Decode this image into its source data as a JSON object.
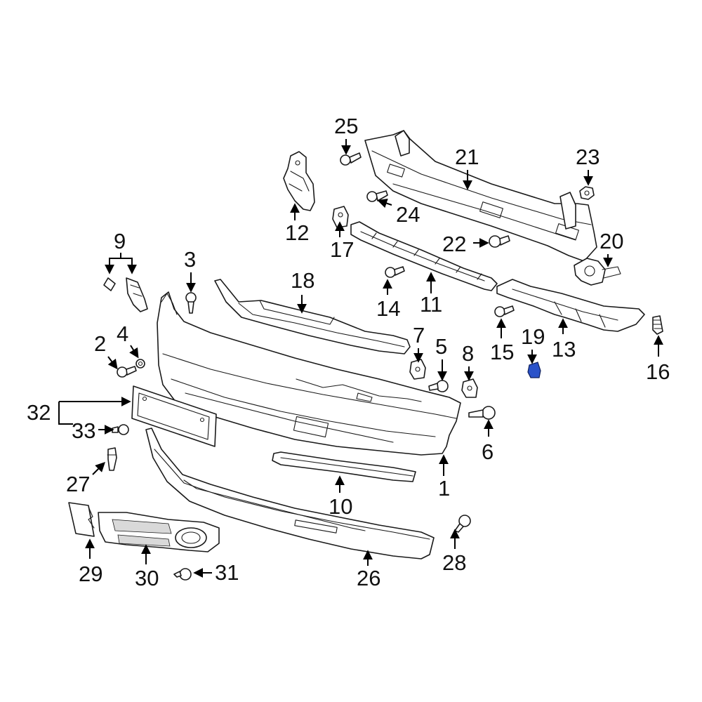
{
  "diagram": {
    "highlight_color": "#2a52c9",
    "callouts": {
      "c1": "1",
      "c2": "2",
      "c3": "3",
      "c4": "4",
      "c5": "5",
      "c6": "6",
      "c7": "7",
      "c8": "8",
      "c9": "9",
      "c10": "10",
      "c11": "11",
      "c12": "12",
      "c13": "13",
      "c14": "14",
      "c15": "15",
      "c16": "16",
      "c17": "17",
      "c18": "18",
      "c19": "19",
      "c20": "20",
      "c21": "21",
      "c22": "22",
      "c23": "23",
      "c24": "24",
      "c25": "25",
      "c26": "26",
      "c27": "27",
      "c28": "28",
      "c29": "29",
      "c30": "30",
      "c31": "31",
      "c32": "32",
      "c33": "33"
    }
  }
}
